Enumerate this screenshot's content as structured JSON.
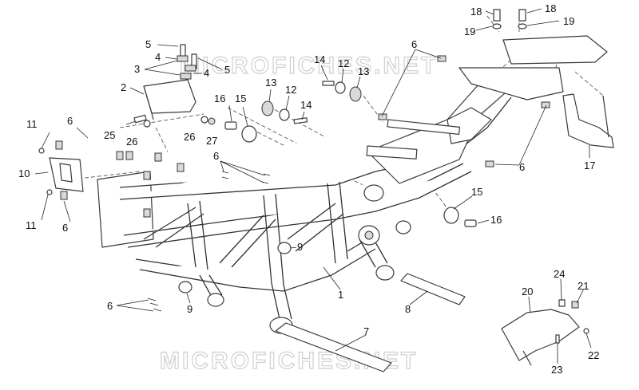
{
  "watermark": {
    "top": "MICROFICHES.NET",
    "bottom": "MICROFICHES.NET"
  },
  "callouts": [
    {
      "id": "c5a",
      "label": "5"
    },
    {
      "id": "c4a",
      "label": "4"
    },
    {
      "id": "c3",
      "label": "3"
    },
    {
      "id": "c4b",
      "label": "4"
    },
    {
      "id": "c5b",
      "label": "5"
    },
    {
      "id": "c2",
      "label": "2"
    },
    {
      "id": "c25",
      "label": "25"
    },
    {
      "id": "c26a",
      "label": "26"
    },
    {
      "id": "c26b",
      "label": "26"
    },
    {
      "id": "c27",
      "label": "27"
    },
    {
      "id": "c16a",
      "label": "16"
    },
    {
      "id": "c15a",
      "label": "15"
    },
    {
      "id": "c13a",
      "label": "13"
    },
    {
      "id": "c12a",
      "label": "12"
    },
    {
      "id": "c14a",
      "label": "14"
    },
    {
      "id": "c12b",
      "label": "12"
    },
    {
      "id": "c13b",
      "label": "13"
    },
    {
      "id": "c14b",
      "label": "14"
    },
    {
      "id": "c6a",
      "label": "6"
    },
    {
      "id": "c18a",
      "label": "18"
    },
    {
      "id": "c18b",
      "label": "18"
    },
    {
      "id": "c19a",
      "label": "19"
    },
    {
      "id": "c19b",
      "label": "19"
    },
    {
      "id": "c17",
      "label": "17"
    },
    {
      "id": "c6b",
      "label": "6"
    },
    {
      "id": "c11a",
      "label": "11"
    },
    {
      "id": "c6c",
      "label": "6"
    },
    {
      "id": "c10",
      "label": "10"
    },
    {
      "id": "c11b",
      "label": "11"
    },
    {
      "id": "c6d",
      "label": "6"
    },
    {
      "id": "c6e",
      "label": "6"
    },
    {
      "id": "c15b",
      "label": "15"
    },
    {
      "id": "c16b",
      "label": "16"
    },
    {
      "id": "c9a",
      "label": "9"
    },
    {
      "id": "c1",
      "label": "1"
    },
    {
      "id": "c8",
      "label": "8"
    },
    {
      "id": "c9b",
      "label": "9"
    },
    {
      "id": "c6f",
      "label": "6"
    },
    {
      "id": "c7",
      "label": "7"
    },
    {
      "id": "c20",
      "label": "20"
    },
    {
      "id": "c24",
      "label": "24"
    },
    {
      "id": "c21",
      "label": "21"
    },
    {
      "id": "c22",
      "label": "22"
    },
    {
      "id": "c23",
      "label": "23"
    }
  ]
}
